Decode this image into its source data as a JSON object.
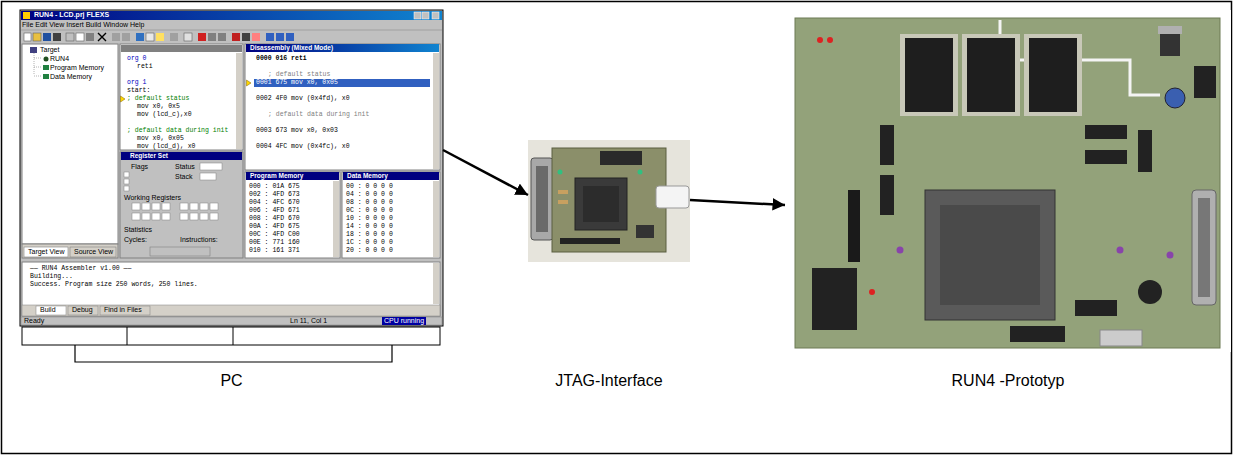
{
  "diagram": {
    "nodes": [
      {
        "text": [
          "PC"
        ]
      },
      {
        "text": [
          "JTAG-Interface"
        ]
      },
      {
        "text": [
          "RUN4 -Prototyp"
        ]
      }
    ],
    "edges": [
      {
        "from": 0,
        "to": 1,
        "arrow": "to"
      },
      {
        "from": 1,
        "to": 2,
        "arrow": "to"
      }
    ],
    "labels": [
      "RUN4 - LCD.prj FLEXS",
      "File Edit View Insert Build Window Help",
      "Target",
      "RUN4",
      "Program Memory",
      "Data Memory",
      "Target View",
      "Source View",
      "org 0",
      "reti",
      "org 1",
      "start:",
      "; default status",
      "mov  x0, 0x5",
      "mov  (lcd_c),x0",
      "; default data during init",
      "mov  x0, 0x05",
      "mov  (lcd_d), x0",
      "Register Set",
      "Flags",
      "Status",
      "Stack",
      "Working Registers",
      "Statistics",
      "Cycles:",
      "Instructions:",
      "Disassembly (Mixed Mode)",
      "0000   016   reti",
      "; default status",
      "0001   675   mov  x0, 0x05",
      "0002   4F0   mov  (0x4fd), x0",
      "; default data during init",
      "0003   673   mov  x0, 0x03",
      "0004   4FC   mov  (0x4fc), x0",
      "Program Memory",
      "000 : 01A 675",
      "002 : 4FD 673",
      "004 : 4FC 670",
      "006 : 4FD 671",
      "008 : 4FD 670",
      "00A : 4FD 675",
      "00C : 4FD C00",
      "00E : 771 160",
      "010 : 161 371",
      "Data Memory",
      "00 : 0 0 0 0",
      "04 : 0 0 0 0",
      "08 : 0 0 0 0",
      "0C : 0 0 0 0",
      "10 : 0 0 0 0",
      "14 : 0 0 0 0",
      "18 : 0 0 0 0",
      "1C : 0 0 0 0",
      "20 : 0 0 0 0",
      "—— RUN4 Assembler v1.00 ——",
      "Building...",
      "Success. Program size 250 words, 250 lines.",
      "Build",
      "Debug",
      "Find in Files",
      "Ready",
      "Ln 11, Col 1",
      "CPU running"
    ]
  }
}
